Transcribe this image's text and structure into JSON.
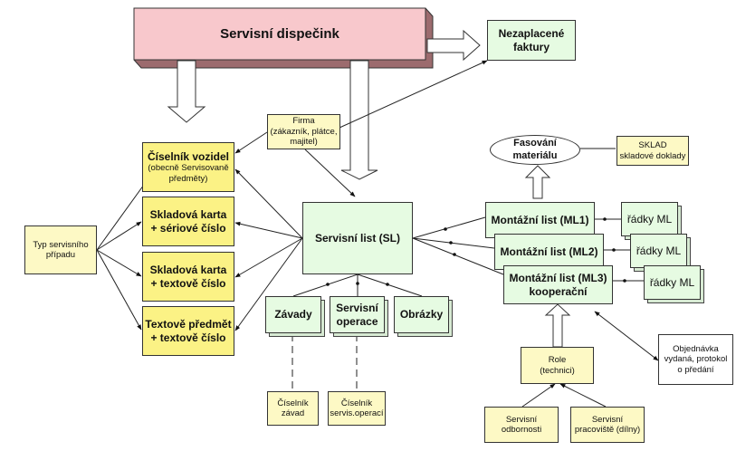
{
  "diagram": {
    "nodes": {
      "dispatch": {
        "label": "Servisní dispečink"
      },
      "unpaid": {
        "line1": "Nezaplacené",
        "line2": "faktury"
      },
      "firma": {
        "line1": "Firma",
        "line2": "(zákazník, plátce,",
        "line3": "majitel)"
      },
      "vehicles": {
        "title": "Číselník vozidel",
        "line2": "(obecně Servisovaně",
        "line3": "předměty)"
      },
      "stock_serial": {
        "line1": "Skladová karta",
        "line2": "+ sériové číslo"
      },
      "stock_text": {
        "line1": "Skladová karta",
        "line2": "+ textově číslo"
      },
      "text_subject": {
        "line1": "Textově předmět",
        "line2": "+ textově číslo"
      },
      "case_type": {
        "line1": "Typ servisního",
        "line2": "případu"
      },
      "service_sheet": {
        "label": "Servisní list (SL)"
      },
      "defects": {
        "label": "Závady"
      },
      "operations": {
        "line1": "Servisní",
        "line2": "operace"
      },
      "pictures": {
        "label": "Obrázky"
      },
      "defect_codes": {
        "line1": "Číselník",
        "line2": "závad"
      },
      "operation_codes": {
        "line1": "Číselník",
        "line2": "servis.operací"
      },
      "material": {
        "line1": "Fasování",
        "line2": "materiálu"
      },
      "warehouse": {
        "line1": "SKLAD",
        "line2": "skladové doklady"
      },
      "ml1": {
        "label": "Montážní list (ML1)"
      },
      "ml2": {
        "label": "Montážní list (ML2)"
      },
      "ml3": {
        "line1": "Montážní list (ML3)",
        "line2": "kooperační"
      },
      "rows1": {
        "label": "řádky ML"
      },
      "rows2": {
        "label": "řádky ML"
      },
      "rows3": {
        "label": "řádky ML"
      },
      "order": {
        "line1": "Objednávka",
        "line2": "vydaná, protokol",
        "line3": "o předání"
      },
      "roles": {
        "line1": "Role",
        "line2": "(technici)"
      },
      "skills": {
        "line1": "Servisní",
        "line2": "odbornosti"
      },
      "workplaces": {
        "line1": "Servisní",
        "line2": "pracoviště (dílny)"
      }
    },
    "colors": {
      "dispatch": "#f8c8cc",
      "dispatch_side": "#9c6b6e",
      "yellow_strong": "#fbf285",
      "yellow_light": "#fdf9c5",
      "green_light": "#e6fbe2"
    }
  }
}
